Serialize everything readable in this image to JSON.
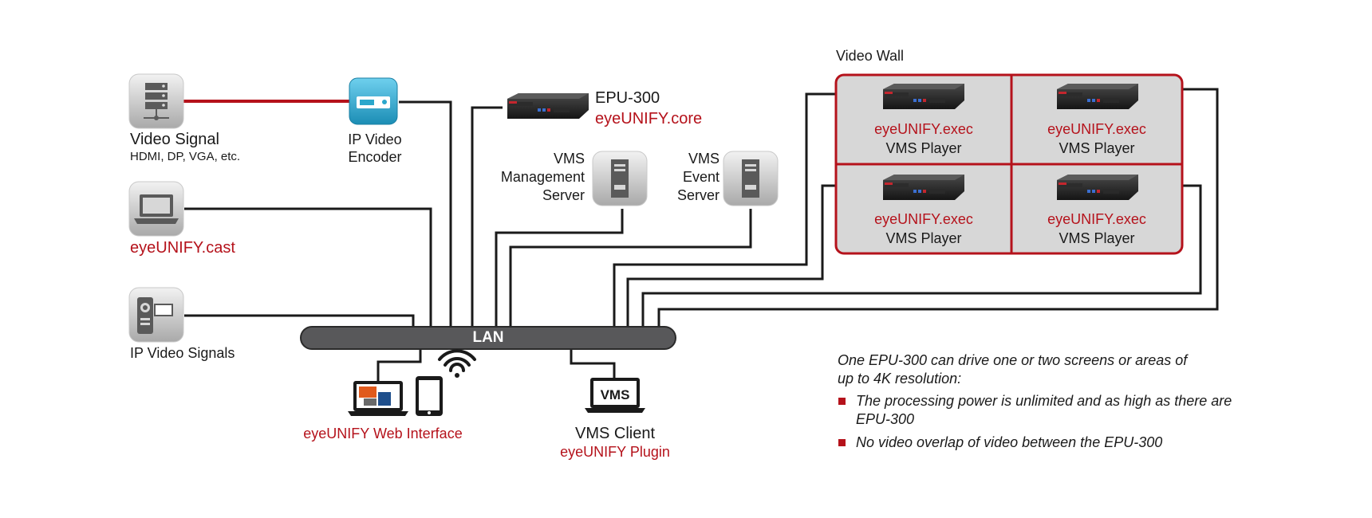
{
  "diagram": {
    "colors": {
      "accent_red": "#b5121b",
      "line_black": "#1a1a1a",
      "lan_bar": "#58585a",
      "icon_gray": "#b9b9b9",
      "wall_fill": "#d7d7d7",
      "encoder_blue": "#2aa7cc"
    },
    "sources": {
      "video_signal": {
        "title": "Video Signal",
        "subtitle": "HDMI, DP, VGA, etc.",
        "icon": "server-rack-icon"
      },
      "encoder": {
        "line1": "IP Video",
        "line2": "Encoder",
        "icon": "video-encoder-icon"
      },
      "cast": {
        "label": "eyeUNIFY.cast",
        "icon": "laptop-icon"
      },
      "ip_signals": {
        "label": "IP Video Signals",
        "icon": "ip-camera-icon"
      }
    },
    "epu_core": {
      "model": "EPU-300",
      "product": "eyeUNIFY.core",
      "icon": "epu-device-icon"
    },
    "vms_management": {
      "line1": "VMS",
      "line2": "Management",
      "line3": "Server",
      "icon": "tower-server-icon"
    },
    "vms_event": {
      "line1": "VMS",
      "line2": "Event",
      "line3": "Server",
      "icon": "tower-server-icon"
    },
    "lan": {
      "label": "LAN"
    },
    "web_interface": {
      "label": "eyeUNIFY Web Interface",
      "icons": [
        "laptop-icon",
        "tablet-icon",
        "wifi-icon"
      ]
    },
    "vms_client": {
      "screen_text": "VMS",
      "title": "VMS Client",
      "plugin": "eyeUNIFY Plugin"
    },
    "video_wall": {
      "title": "Video Wall",
      "cells": [
        {
          "product": "eyeUNIFY.exec",
          "role": "VMS Player"
        },
        {
          "product": "eyeUNIFY.exec",
          "role": "VMS Player"
        },
        {
          "product": "eyeUNIFY.exec",
          "role": "VMS Player"
        },
        {
          "product": "eyeUNIFY.exec",
          "role": "VMS Player"
        }
      ]
    },
    "notes": {
      "intro_line1": "One EPU-300 can drive one or two screens or areas of",
      "intro_line2": "up to 4K resolution:",
      "bullet1_line1": "The processing power is unlimited and as high as there are",
      "bullet1_line2": "EPU-300",
      "bullet2": "No video overlap of video between the EPU-300"
    }
  }
}
